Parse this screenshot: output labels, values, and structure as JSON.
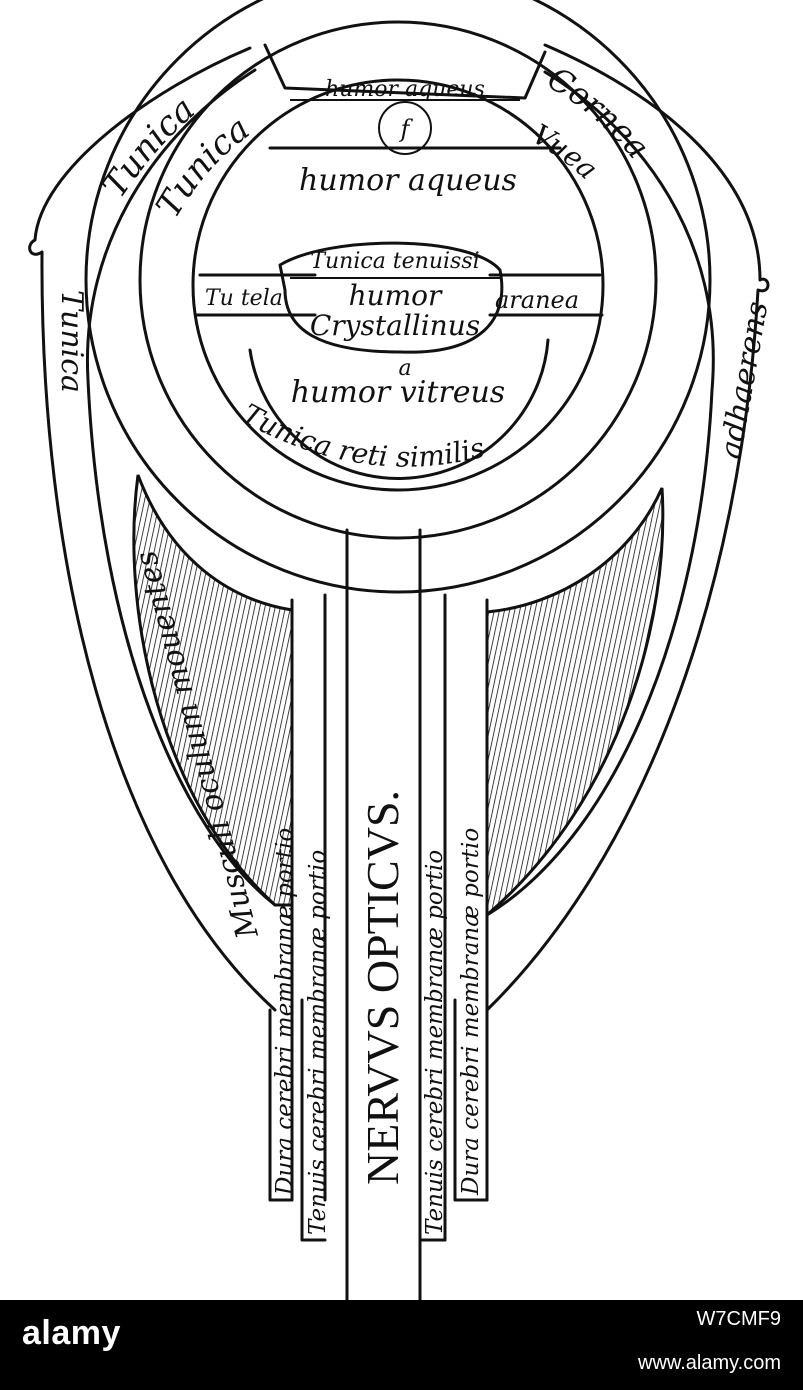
{
  "diagram": {
    "labels": {
      "tunica_left_outer": "Tunica",
      "tunica_left_inner": "Tunica",
      "cornea": "Cornea",
      "uvea": "Vuea",
      "humor_aqueus_top": "humor aqueus",
      "f_mark": "f",
      "humor_aqueus_main": "humor aqueus",
      "tunica_tenuissima": "Tunica tenuissi",
      "tunica_left_small": "Tu tela",
      "aranea": "aranea",
      "humor_crystallinus_1": "humor",
      "humor_crystallinus_2": "Crystallinus",
      "humor_vitreus": "humor vitreus",
      "humor_vitreus_mark": "a",
      "tunica_reti_similis": "Tunica reti similis",
      "tunica_far_left": "Tunica",
      "adhaerens": "adhaerens",
      "musculi": "Musculi oculum mouentes",
      "nervus_opticus": "NERVVS OPTICVS.",
      "dura_left": "Dura cerebri membranæ portio",
      "tenuis_left": "Tenuis cerebri membranæ portio",
      "tenuis_right": "Tenuis cerebri membranæ portio",
      "dura_right": "Dura cerebri membranæ portio"
    }
  },
  "footer": {
    "logo": "alamy",
    "image_id": "W7CMF9",
    "url": "www.alamy.com"
  }
}
